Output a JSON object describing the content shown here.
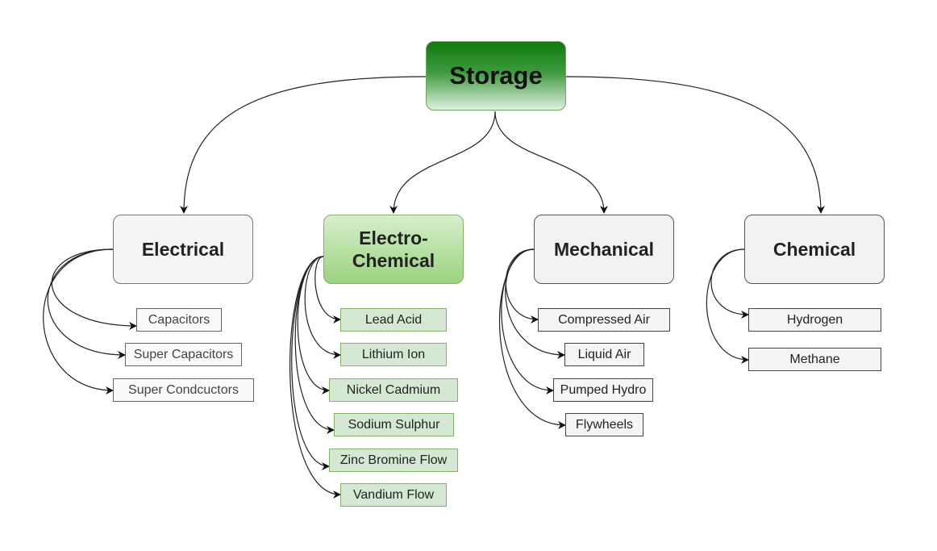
{
  "root": {
    "label": "Storage"
  },
  "categories": {
    "electrical": {
      "label": "Electrical",
      "items": [
        "Capacitors",
        "Super Capacitors",
        "Super Condcuctors"
      ]
    },
    "electro_chemical": {
      "label": "Electro-\nChemical",
      "items": [
        "Lead Acid",
        "Lithium Ion",
        "Nickel Cadmium",
        "Sodium Sulphur",
        "Zinc Bromine Flow",
        "Vandium Flow"
      ]
    },
    "mechanical": {
      "label": "Mechanical",
      "items": [
        "Compressed Air",
        "Liquid Air",
        "Pumped Hydro",
        "Flywheels"
      ]
    },
    "chemical": {
      "label": "Chemical",
      "items": [
        "Hydrogen",
        "Methane"
      ]
    }
  },
  "colors": {
    "root_fill": "#0e7a0e",
    "green_fill": "#d5e8d4",
    "green_stroke": "#82b366",
    "gray_fill": "#f5f5f5",
    "edge": "#222222"
  }
}
